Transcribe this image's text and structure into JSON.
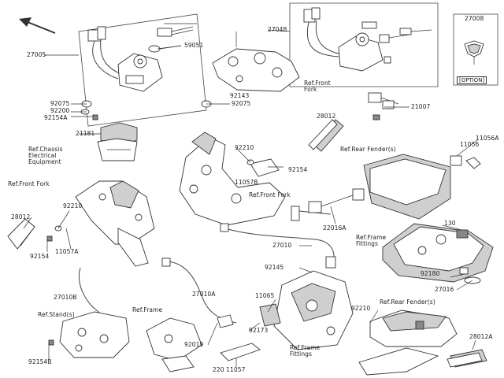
{
  "diagram": {
    "labels": {
      "p27005": "27005",
      "p59051": "59051",
      "p27048": "27048",
      "p27008": "27008",
      "p92075a": "92075",
      "p92200": "92200",
      "p92154a": "92154A",
      "p92075b": "92075",
      "p92143": "92143",
      "p21007": "21007",
      "p21181": "21181",
      "p28012a": "28012",
      "p92210a": "92210",
      "p11057b": "11057B",
      "p92154": "92154",
      "p11056a": "11056A",
      "p11056": "11056",
      "p28012": "28012",
      "p92210b": "92210",
      "p92154b": "92154",
      "p11057a": "11057A",
      "p22016a": "22016A",
      "p130": "130",
      "p27010": "27010",
      "p92145": "92145",
      "p27010b": "27010B",
      "p27010a": "27010A",
      "p11065": "11065",
      "p92180": "92180",
      "p27016": "27016",
      "p92210c": "92210",
      "p92173": "92173",
      "p92019": "92019",
      "p92154b2": "92154B",
      "p220_11057": "220 11057",
      "p28012a2": "28012A",
      "ref_front_fork_top": "Ref.Front\nFork",
      "ref_chassis": "Ref.Chassis\nElectrical\nEquipment",
      "ref_rear_fender_top": "Ref.Rear Fender(s)",
      "ref_front_fork_left": "Ref.Front Fork",
      "ref_front_fork_mid": "Ref.Front Fork",
      "ref_frame_fittings_right": "Ref.Frame\nFittings",
      "ref_stand": "Ref.Stand(s)",
      "ref_frame": "Ref.Frame",
      "ref_frame_fittings_bottom": "Ref.Frame\nFittings",
      "ref_rear_fender_bottom": "Ref.Rear Fender(s)",
      "option": "[OPTION]"
    }
  }
}
